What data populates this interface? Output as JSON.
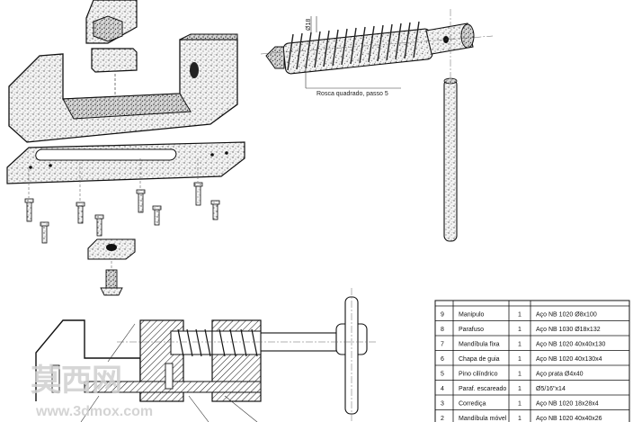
{
  "annotations": {
    "diameter": "Ø18",
    "thread_note": "Rosca quadrado, passo 5"
  },
  "parts_list": [
    {
      "num": "9",
      "name": "Manipulo",
      "qty": "1",
      "material": "Aço NB 1020 Ø8x100"
    },
    {
      "num": "8",
      "name": "Parafuso",
      "qty": "1",
      "material": "Aço NB 1030 Ø18x132"
    },
    {
      "num": "7",
      "name": "Mandíbula fixa",
      "qty": "1",
      "material": "Aço NB 1020 40x40x130"
    },
    {
      "num": "6",
      "name": "Chapa de guia",
      "qty": "1",
      "material": "Aço NB 1020 40x130x4"
    },
    {
      "num": "5",
      "name": "Pino cilíndrico",
      "qty": "1",
      "material": "Aço prata Ø4x40"
    },
    {
      "num": "4",
      "name": "Paraf. escareado",
      "qty": "1",
      "material": "Ø5/16\"x14"
    },
    {
      "num": "3",
      "name": "Corrediça",
      "qty": "1",
      "material": "Aço NB 1020 18x28x4"
    },
    {
      "num": "2",
      "name": "Mandíbula móvel",
      "qty": "1",
      "material": "Aço NB 1020 40x40x26"
    }
  ],
  "watermark": {
    "logo_text": "莫西网",
    "url": "www.3dmox.com"
  }
}
